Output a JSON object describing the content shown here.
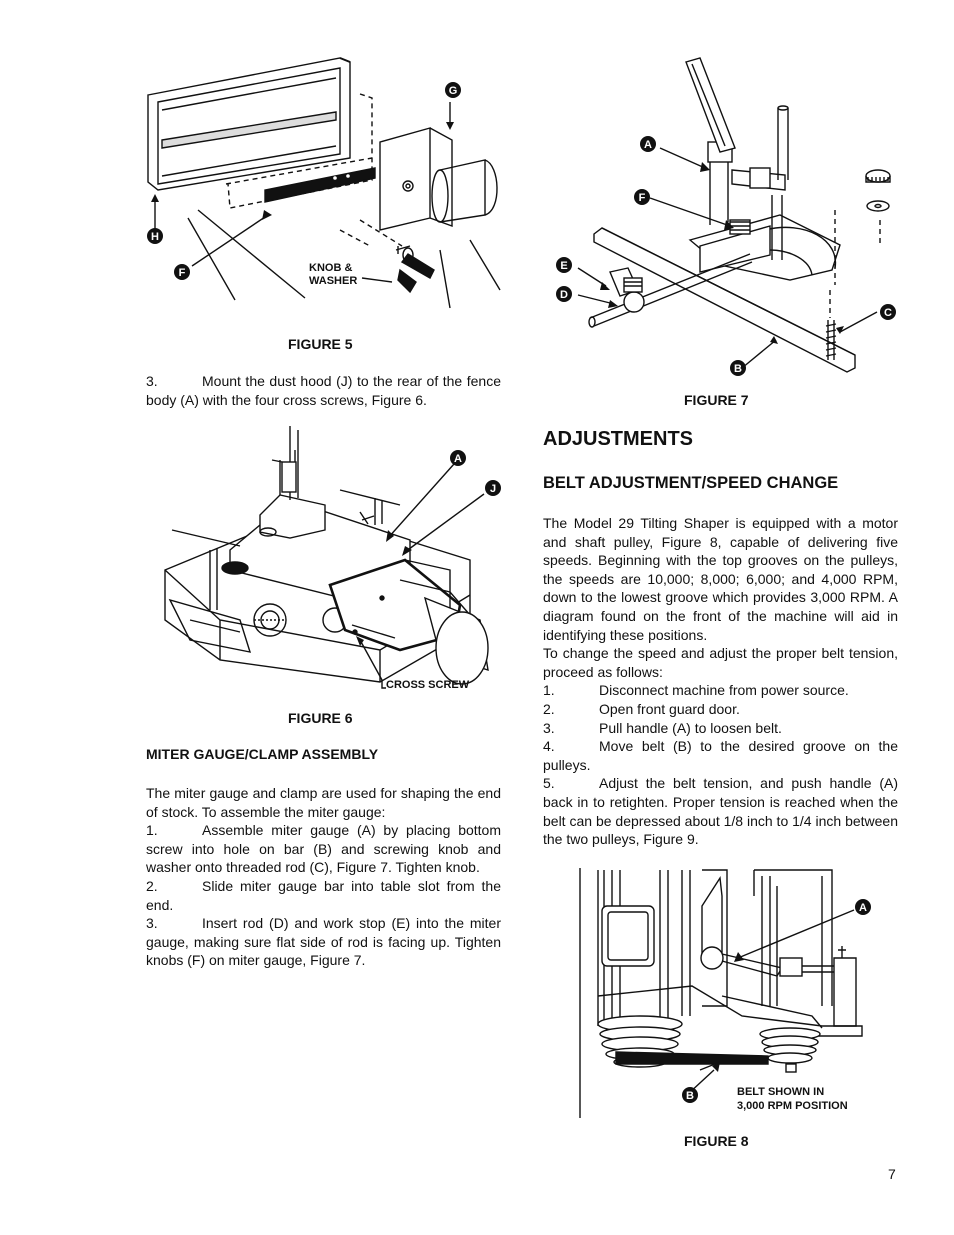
{
  "figures": {
    "fig5": {
      "caption": "FIGURE 5",
      "callouts": [
        "G",
        "H",
        "F"
      ],
      "note": "KNOB &\nWASHER"
    },
    "fig6": {
      "caption": "FIGURE 6",
      "callouts": [
        "A",
        "J"
      ],
      "note": "CROSS SCREW"
    },
    "fig7": {
      "caption": "FIGURE 7",
      "callouts": [
        "A",
        "F",
        "E",
        "D",
        "C",
        "B"
      ]
    },
    "fig8": {
      "caption": "FIGURE 8",
      "callouts": [
        "A",
        "B"
      ],
      "note": "BELT SHOWN IN\n3,000 RPM POSITION"
    }
  },
  "left": {
    "step3": {
      "num": "3.",
      "text": "Mount the dust hood (J) to the rear of the fence body (A) with the four cross screws, Figure 6."
    },
    "miter_heading": "MITER GAUGE/CLAMP ASSEMBLY",
    "miter_intro": "The miter gauge and clamp are used for shaping the end of stock. To assemble the miter gauge:",
    "miter_steps": [
      {
        "num": "1.",
        "text": "Assemble miter gauge (A) by placing bottom screw into hole on bar (B) and screwing knob and washer onto threaded rod (C), Figure 7. Tighten knob."
      },
      {
        "num": "2.",
        "text": "Slide miter gauge bar into table slot from the end."
      },
      {
        "num": "3.",
        "text": "Insert rod (D) and work stop (E) into the miter gauge, making sure flat side of rod is facing up. Tighten knobs (F) on miter gauge, Figure 7."
      }
    ]
  },
  "right": {
    "heading": "ADJUSTMENTS",
    "subheading": "BELT ADJUSTMENT/SPEED CHANGE",
    "para1": "The Model 29 Tilting Shaper is equipped with a motor and shaft pulley, Figure 8, capable of delivering five speeds. Beginning with the top grooves on the pulleys, the speeds are 10,000; 8,000; 6,000; and 4,000 RPM, down to the lowest groove which provides 3,000 RPM. A diagram found on the front of the machine will aid in identifying these positions.",
    "para2": "To change the speed and adjust the proper belt tension, proceed as follows:",
    "steps": [
      {
        "num": "1.",
        "text": "Disconnect machine from power source."
      },
      {
        "num": "2.",
        "text": "Open front guard door."
      },
      {
        "num": "3.",
        "text": "Pull handle (A) to loosen belt."
      },
      {
        "num": "4.",
        "text": "Move belt (B) to the desired groove on the pulleys."
      },
      {
        "num": "5.",
        "text": "Adjust the belt tension, and push handle (A) back in to retighten. Proper tension is reached when the belt can be depressed about 1/8 inch to 1/4 inch between the two pulleys, Figure 9."
      }
    ]
  },
  "page_number": "7"
}
